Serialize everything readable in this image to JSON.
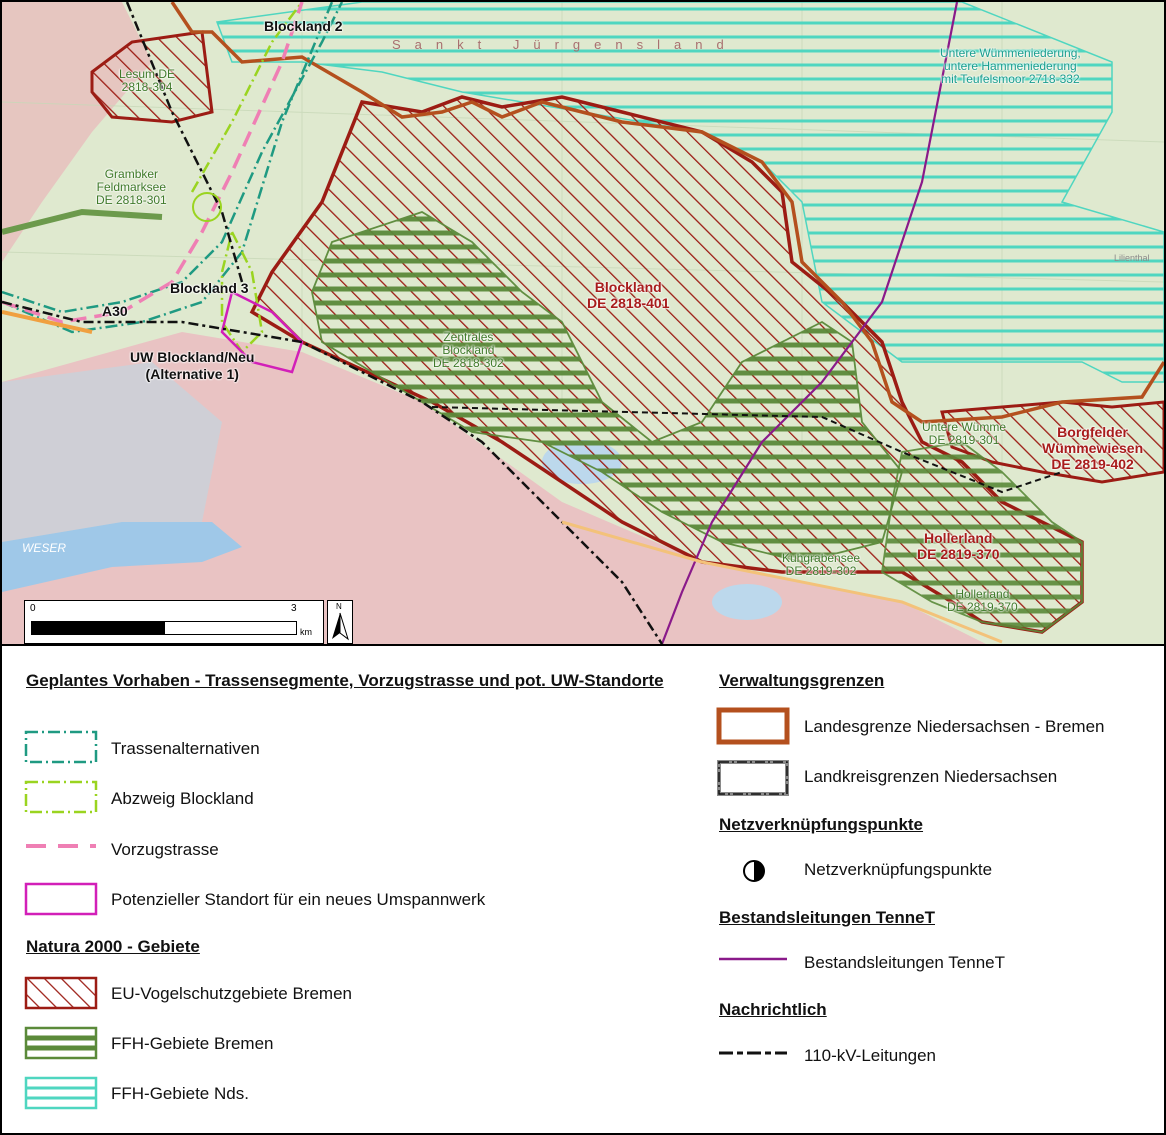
{
  "map": {
    "region_label": "Sankt Jürgensland",
    "labels": {
      "blockland2": "Blockland 2",
      "blockland3": "Blockland 3",
      "a30": "A30",
      "uw": "UW Blockland/Neu\n(Alternative 1)",
      "lesum": "Lesum DE\n2818-304",
      "grambker": "Grambker\nFeldmarksee\nDE 2818-301",
      "zentrales": "Zentrales\nBlockland\nDE 2818-302",
      "blockland_spa": "Blockland\nDE 2818-401",
      "untere_wuemme_niederung": "Untere Wümmeniederung,\nuntere Hammeniederung\nmit Teufelsmoor 2718-332",
      "untere_wuemme": "Untere Wümme\nDE 2819-301",
      "borgfelder": "Borgfelder\nWümmewiesen\nDE 2819-402",
      "hollerland_spa": "Hollerland\nDE 2819-370",
      "hollerland_ffh": "Hollerland\nDE 2819-370",
      "kuhgrabensee": "Kuhgrabensee\nDE 2819-302",
      "weser": "WESER",
      "lilienthal": "Lilienthal"
    },
    "scale": {
      "zero": "0",
      "max": "3",
      "unit": "km"
    },
    "north_label": "N"
  },
  "legend": {
    "section1_title": "Geplantes Vorhaben - Trassensegmente, Vorzugstrasse und pot. UW-Standorte",
    "trassenalternativen": "Trassenalternativen",
    "abzweig": "Abzweig Blockland",
    "vorzugstrasse": "Vorzugstrasse",
    "umspannwerk": "Potenzieller Standort für ein neues Umspannwerk",
    "section2_title": "Natura 2000 - Gebiete",
    "vogelschutz": "EU-Vogelschutzgebiete Bremen",
    "ffh_bremen": "FFH-Gebiete Bremen",
    "ffh_nds": "FFH-Gebiete Nds.",
    "section3_title": "Verwaltungsgrenzen",
    "landesgrenze": "Landesgrenze Niedersachsen - Bremen",
    "landkreis": "Landkreisgrenzen Niedersachsen",
    "section4_title": "Netzverknüpfungspunkte",
    "nvp": "Netzverknüpfungspunkte",
    "section5_title": "Bestandsleitungen TenneT",
    "tennet": "Bestandsleitungen TenneT",
    "section6_title": "Nachrichtlich",
    "kv110": "110-kV-Leitungen"
  },
  "colors": {
    "spa_red": "#9c1c14",
    "ffh_green": "#5b8a3a",
    "ffh_nds": "#4fd6c0",
    "trasse": "#1f9a82",
    "abzweig": "#9ad420",
    "vorzug": "#ef7fb4",
    "uw": "#d21fb8",
    "tennet": "#8a1a8a",
    "landesgrenze": "#b4501e"
  }
}
